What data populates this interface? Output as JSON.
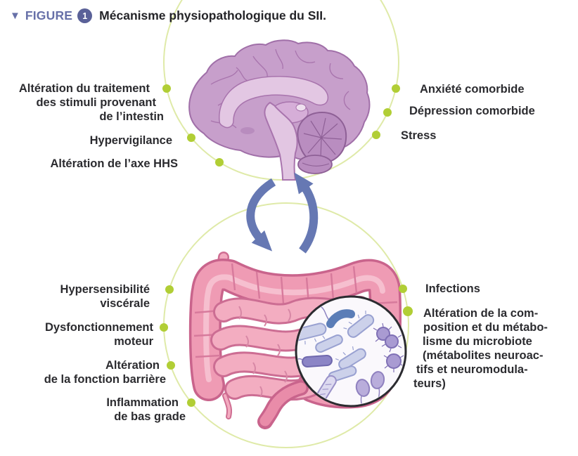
{
  "header": {
    "figure_marker": "▼",
    "figure_label": "FIGURE",
    "figure_number": "1",
    "title": "Mécanisme physiopathologique du SII."
  },
  "labels": {
    "brain_left": [
      {
        "lines": [
          "Altération du traitement",
          "des stimuli provenant",
          "de l’intestin"
        ]
      },
      {
        "lines": [
          "Hypervigilance"
        ]
      },
      {
        "lines": [
          "Altération de l’axe HHS"
        ]
      }
    ],
    "brain_right": [
      {
        "lines": [
          "Anxiété comorbide"
        ]
      },
      {
        "lines": [
          "Dépression comorbide"
        ]
      },
      {
        "lines": [
          "Stress"
        ]
      }
    ],
    "gut_left": [
      {
        "lines": [
          "Hypersensibilité",
          "viscérale"
        ]
      },
      {
        "lines": [
          "Dysfonctionnement",
          "moteur"
        ]
      },
      {
        "lines": [
          "Altération",
          "de la fonction barrière"
        ]
      },
      {
        "lines": [
          "Inflammation",
          "de bas grade"
        ]
      }
    ],
    "gut_right": [
      {
        "lines": [
          "Infections"
        ]
      },
      {
        "lines": [
          "Altération de la com-",
          "position et du métabo-",
          "lisme du microbiote",
          "(métabolites neuroac-",
          "tifs et neuromodula-",
          "teurs)"
        ]
      }
    ]
  },
  "illustrations": {
    "brain": "sagittal brain",
    "gut": "intestines",
    "microbiome": "gut microbiome magnifier",
    "arrows": "brain-gut bidirectional arrows"
  },
  "colors": {
    "accent_green": "#b1ce35",
    "arc_green": "#dfeaa8",
    "arrow_blue": "#6678b3",
    "figure_label_blue": "#6770a8",
    "badge_blue": "#5a6198",
    "text_dark": "#2b2b2f",
    "brain_purple": "#c79fcb",
    "gut_pink": "#ef9bb4",
    "bacteria_lavender": "#ccd1ea"
  }
}
